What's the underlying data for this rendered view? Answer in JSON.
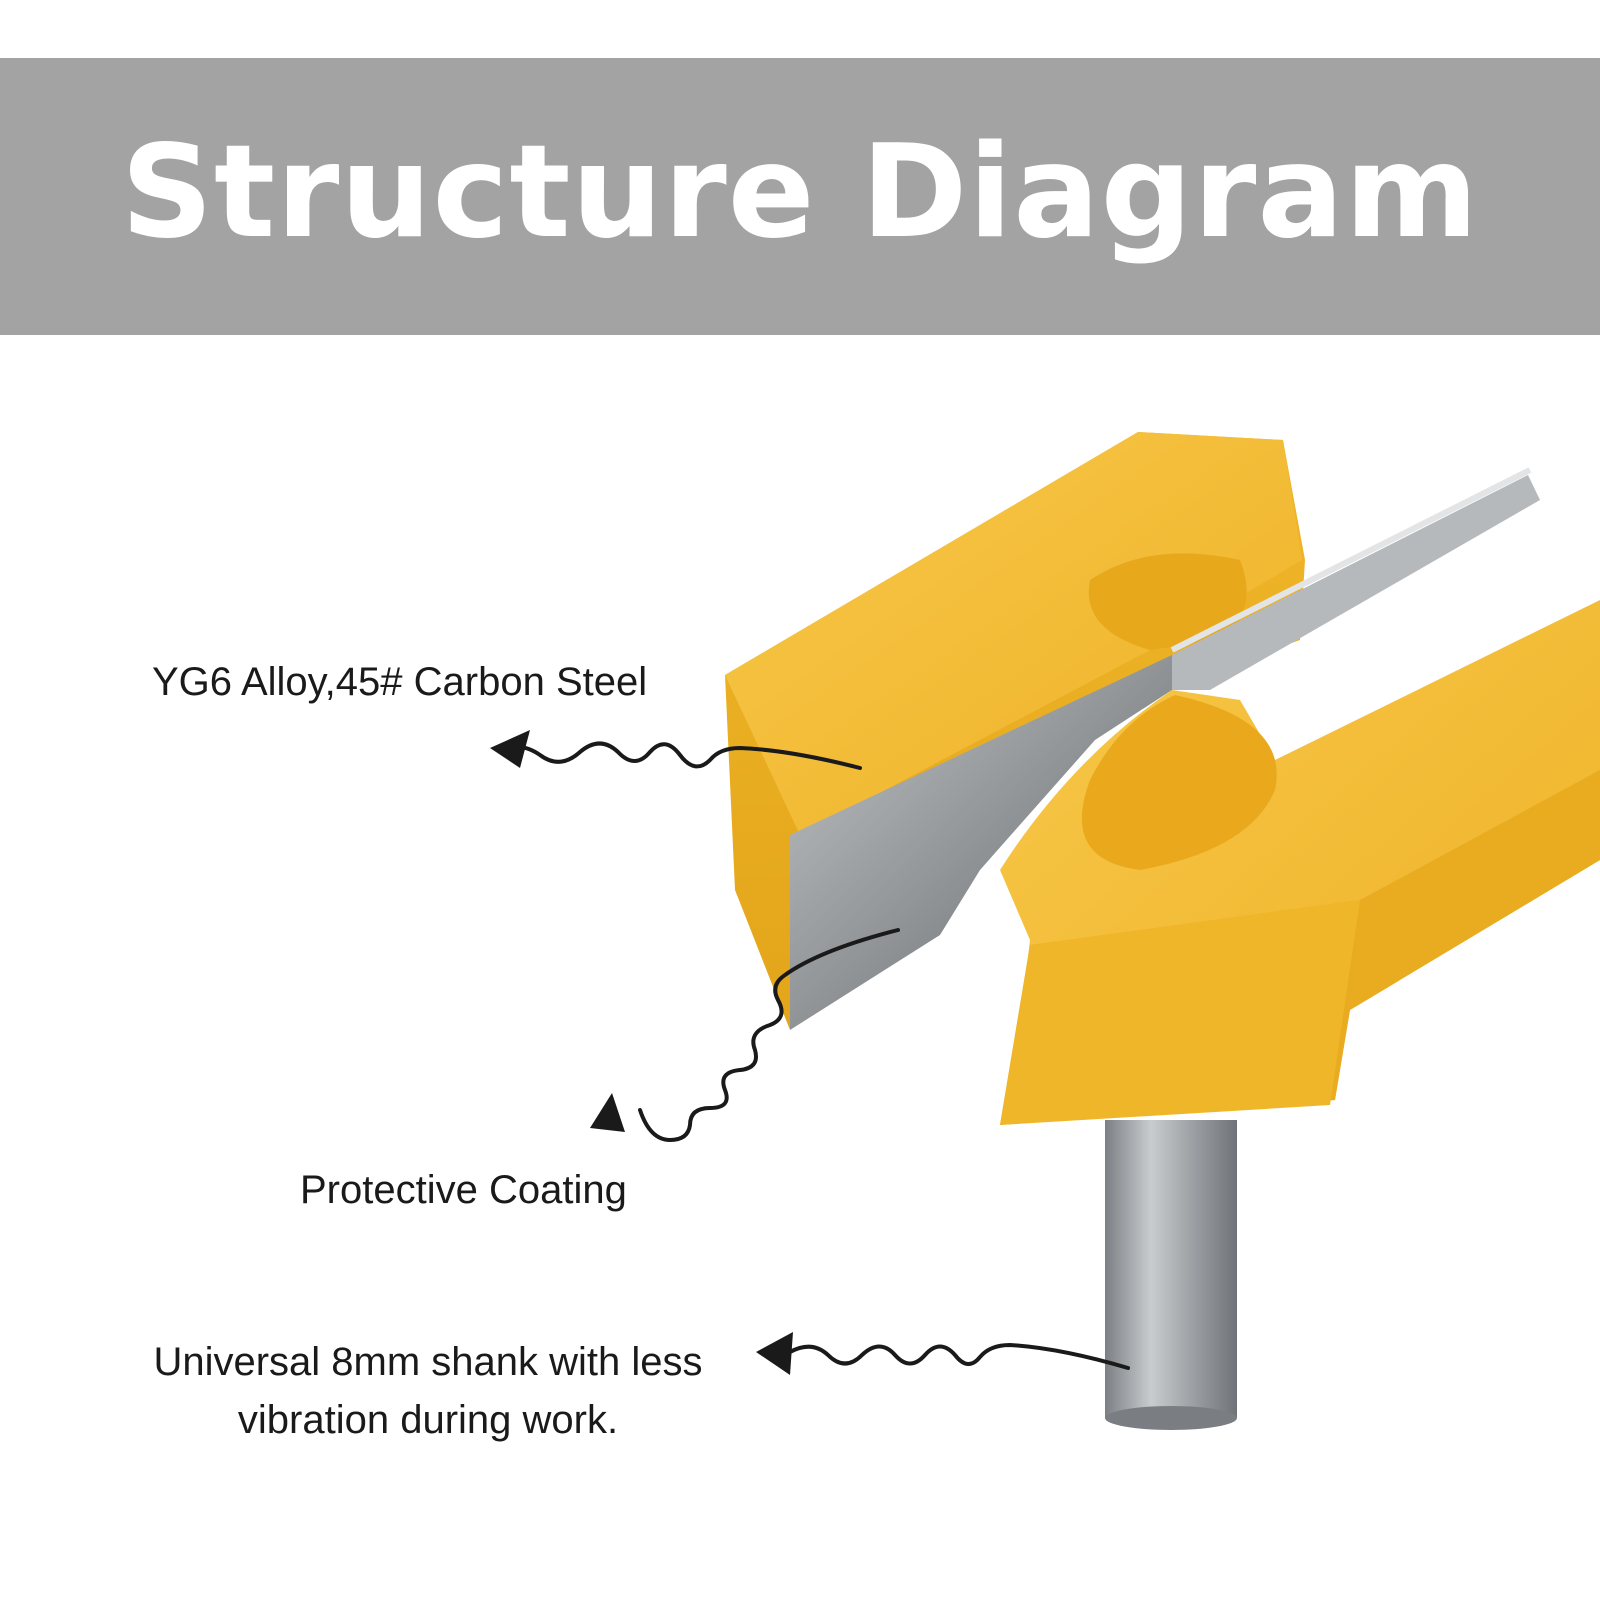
{
  "header": {
    "title": "Structure Diagram",
    "background": "#a3a3a3",
    "text_color": "#ffffff"
  },
  "callouts": {
    "alloy": "YG6 Alloy,45# Carbon Steel",
    "coating": "Protective Coating",
    "shank_line1": "Universal 8mm shank with less",
    "shank_line2": "vibration during work."
  },
  "colors": {
    "coating_yellow": "#f2b92c",
    "blade_steel": "#8f9396",
    "shank_steel": "#9a9ea2",
    "arrow": "#1a1a1a"
  }
}
